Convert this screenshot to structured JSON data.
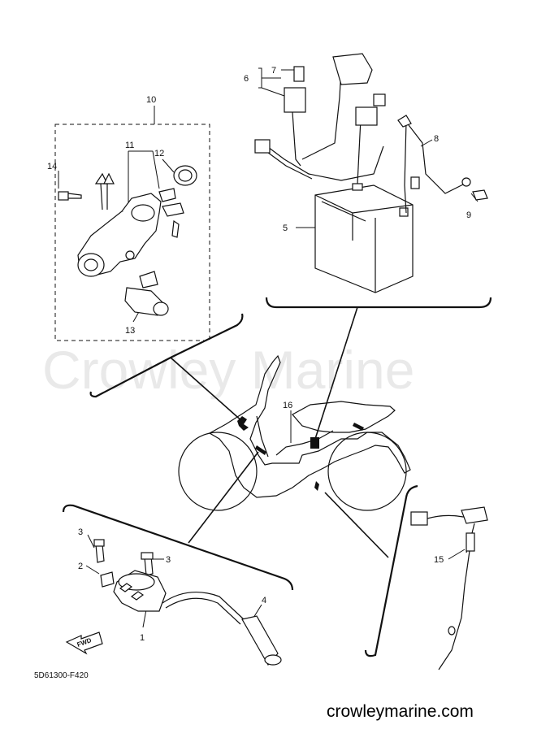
{
  "watermark": "Crowley Marine",
  "drawing_code": "5D61300-F420",
  "website": "crowleymarine.com",
  "fwd_label": "FWD",
  "callouts": {
    "c1": "1",
    "c2": "2",
    "c3a": "3",
    "c3b": "3",
    "c4": "4",
    "c5": "5",
    "c6": "6",
    "c7": "7",
    "c8": "8",
    "c9": "9",
    "c10": "10",
    "c11": "11",
    "c12": "12",
    "c13": "13",
    "c14": "14",
    "c15": "15",
    "c16": "16"
  },
  "colors": {
    "line": "#111111",
    "watermark": "#e9e9e9"
  }
}
